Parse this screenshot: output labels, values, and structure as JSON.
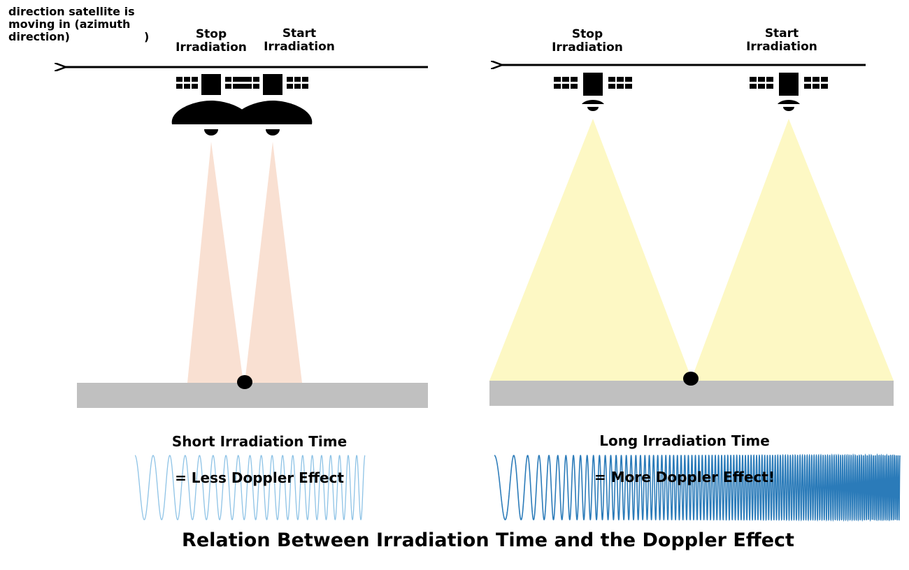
{
  "direction_label": "direction satellite is\nmoving in (azimuth\ndirection)",
  "direction_paren": ")",
  "left": {
    "stop_label": "Stop\nIrradiation",
    "start_label": "Start\nIrradiation",
    "caption_line1": "Short Irradiation Time",
    "caption_line2": "= Less Doppler Effect",
    "beam_color": "#f9e0d2",
    "wave_color": "#8ec3e6"
  },
  "right": {
    "stop_label": "Stop\nIrradiation",
    "start_label": "Start\nIrradiation",
    "caption_line1": "Long Irradiation Time",
    "caption_line2": "= More Doppler Effect!",
    "beam_color": "#fdf8c4",
    "wave_color": "#2b7bb9"
  },
  "ground_color": "#c0c0c0",
  "main_title": "Relation Between Irradiation Time and the Doppler Effect"
}
